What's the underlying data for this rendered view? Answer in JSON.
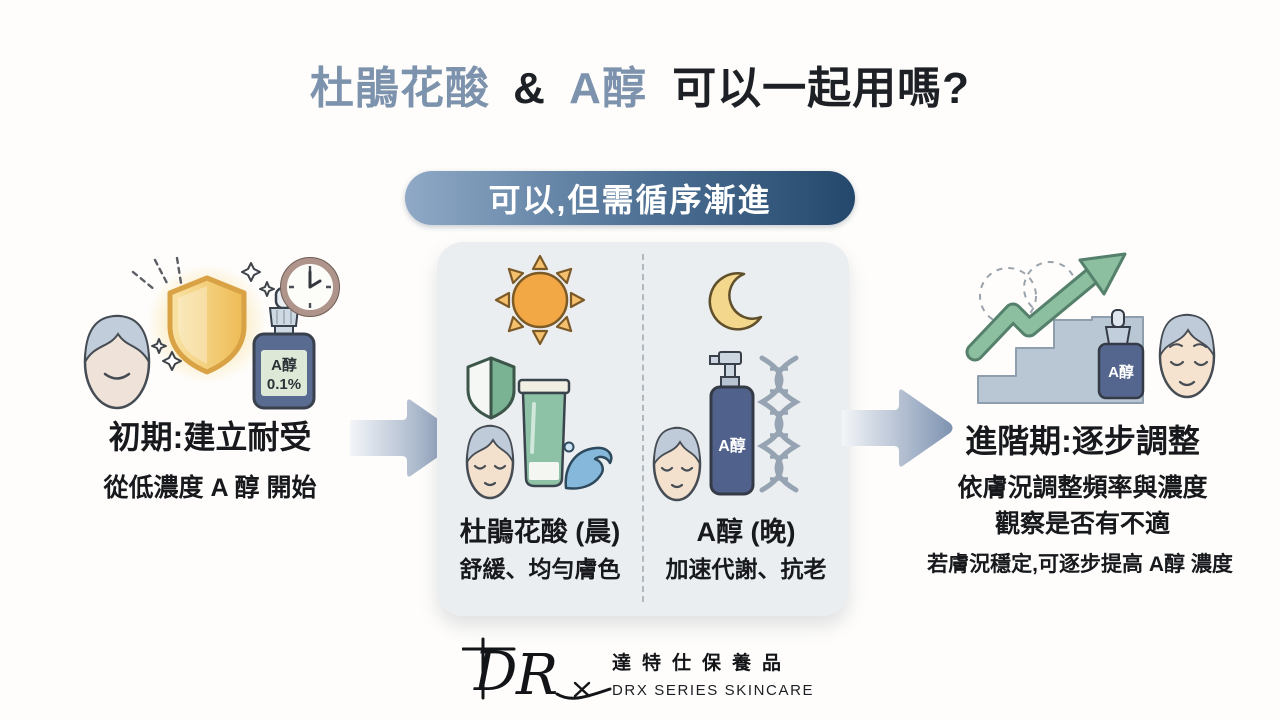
{
  "title": {
    "azelaic": "杜鵑花酸",
    "ampersand": "&",
    "retinol": "A醇",
    "question": "可以一起用嗎?",
    "accent_color": "#7d93ad",
    "dark_color": "#1d2126"
  },
  "banner": {
    "label": "可以,但需循序漸進",
    "gradient_start": "#8fa9c6",
    "gradient_end": "#24486b",
    "text_color": "#ffffff"
  },
  "stage_initial": {
    "heading": "初期:建立耐受",
    "subtext": "從低濃度 A 醇 開始",
    "bottle_label_line1": "A醇",
    "bottle_label_line2": "0.1%",
    "icons": [
      "face-icon",
      "gold-shield-icon",
      "sparkles-icon",
      "dropper-bottle-icon",
      "clock-icon"
    ]
  },
  "card": {
    "morning": {
      "heading": "杜鵑花酸 (晨)",
      "subtext": "舒緩、均勻膚色",
      "icons": [
        "sun-icon",
        "green-shield-icon",
        "cleanser-tube-icon",
        "face-icon",
        "wave-icon"
      ]
    },
    "evening": {
      "heading": "A醇 (晚)",
      "subtext": "加速代謝、抗老",
      "bottle_label": "A醇",
      "icons": [
        "moon-icon",
        "face-icon",
        "pump-bottle-icon",
        "dna-icon"
      ]
    }
  },
  "stage_advanced": {
    "heading": "進階期:逐步調整",
    "line1": "依膚況調整頻率與濃度",
    "line2": "觀察是否有不適",
    "line3": "若膚況穩定,可逐步提高 A醇 濃度",
    "bottle_label": "A醇",
    "icons": [
      "stairs-icon",
      "growth-arrow-icon",
      "dashed-circles-icon",
      "dropper-bottle-icon",
      "face-icon"
    ]
  },
  "footer": {
    "logo_d": "D",
    "logo_r": "R",
    "brand_zh": "達特仕保養品",
    "brand_en": "DRX SERIES SKINCARE"
  },
  "colors": {
    "background": "#fefdfb",
    "card_background": "#ebeef0",
    "flow_arrow": "#8095b2",
    "gold_shield": "#eec15f",
    "green_shield": "#7ab294",
    "bottle_slate": "#5a6b92",
    "growth_green": "#8cbf9f",
    "stairs_blue": "#b9c7d4"
  }
}
